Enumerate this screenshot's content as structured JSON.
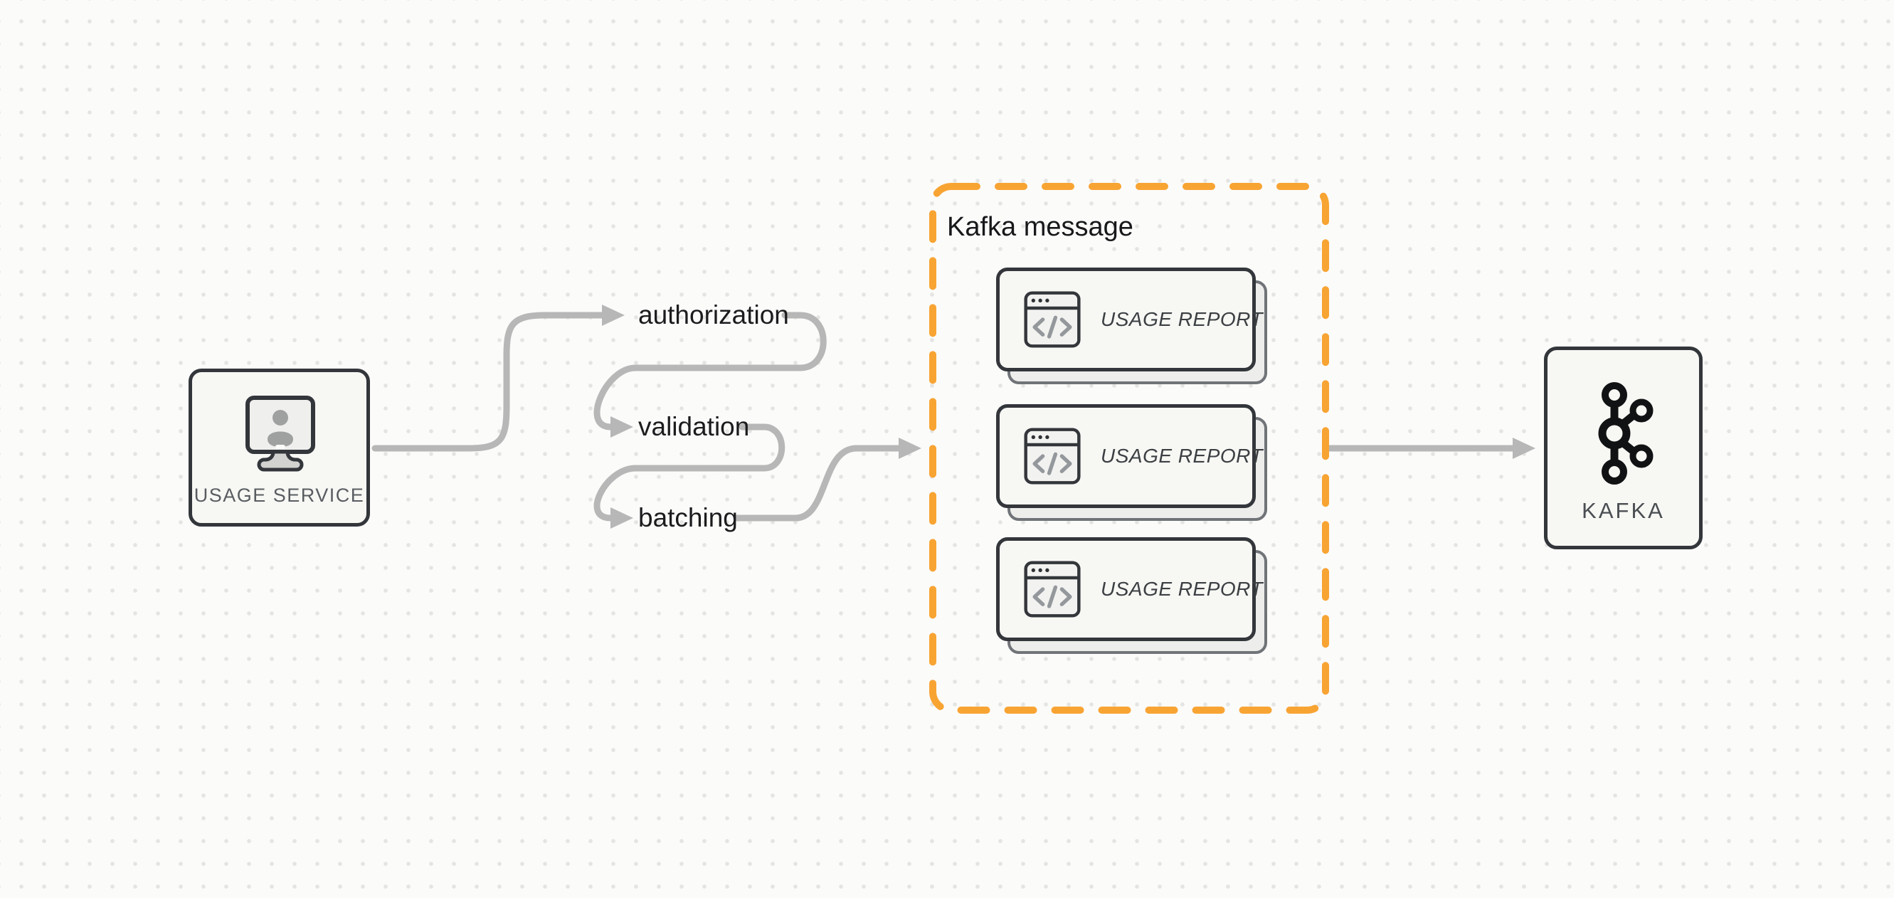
{
  "colors": {
    "accent_orange": "#F8A433",
    "connector_gray": "#B7B7B7",
    "border_dark": "#33363A",
    "node_fill": "#F7F7F4",
    "canvas_bg": "#FBFBFA",
    "dot_color": "#E4E4E2"
  },
  "usage_service": {
    "label": "USAGE SERVICE"
  },
  "pipeline_steps": [
    {
      "label": "authorization"
    },
    {
      "label": "validation"
    },
    {
      "label": "batching"
    }
  ],
  "kafka_message_group": {
    "title": "Kafka message",
    "cards": [
      {
        "label": "USAGE REPORT"
      },
      {
        "label": "USAGE REPORT"
      },
      {
        "label": "USAGE REPORT"
      }
    ]
  },
  "kafka": {
    "label": "KAFKA"
  }
}
